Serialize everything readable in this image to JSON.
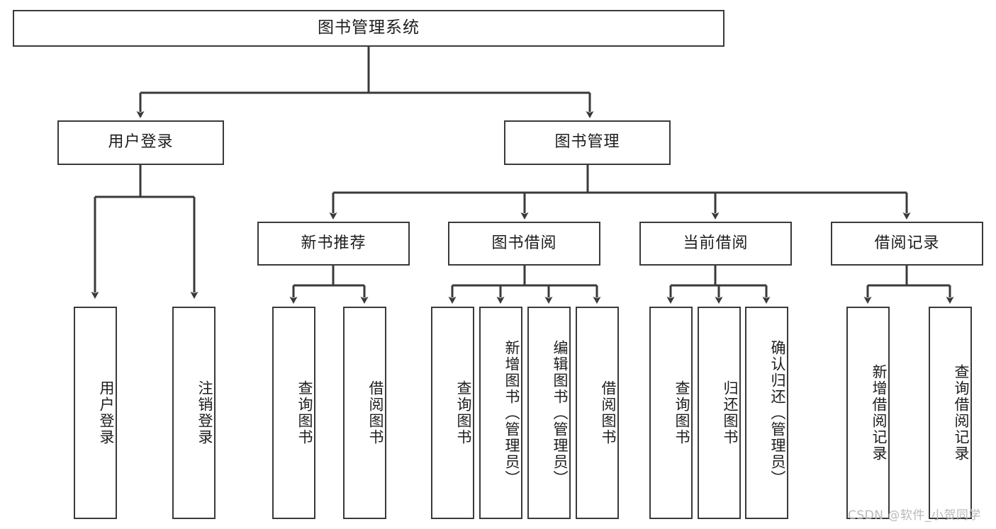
{
  "diagram": {
    "title": "图书管理系统",
    "watermark": "CSDN @软件_小贺同学",
    "stroke_color": "#3a3a3a",
    "text_color": "#1d1d1d",
    "background_color": "#ffffff",
    "watermark_color": "#b9b9b9"
  },
  "nodes": {
    "root": {
      "label": "图书管理系统"
    },
    "level2": [
      {
        "label": "用户登录"
      },
      {
        "label": "图书管理"
      }
    ],
    "level3": [
      {
        "label": "新书推荐"
      },
      {
        "label": "图书借阅"
      },
      {
        "label": "当前借阅"
      },
      {
        "label": "借阅记录"
      }
    ],
    "leaves": {
      "user_login": [
        {
          "label": "用户登录"
        },
        {
          "label": "注销登录"
        }
      ],
      "new_book_recommend": [
        {
          "label": "查询图书"
        },
        {
          "label": "借阅图书"
        }
      ],
      "book_borrow": [
        {
          "label": "查询图书"
        },
        {
          "label": "新增图书（管理员）"
        },
        {
          "label": "编辑图书（管理员）"
        },
        {
          "label": "借阅图书"
        }
      ],
      "current_borrow": [
        {
          "label": "查询图书"
        },
        {
          "label": "归还图书"
        },
        {
          "label": "确认归还（管理员）"
        }
      ],
      "borrow_record": [
        {
          "label": "新增借阅记录"
        },
        {
          "label": "查询借阅记录"
        }
      ]
    }
  }
}
